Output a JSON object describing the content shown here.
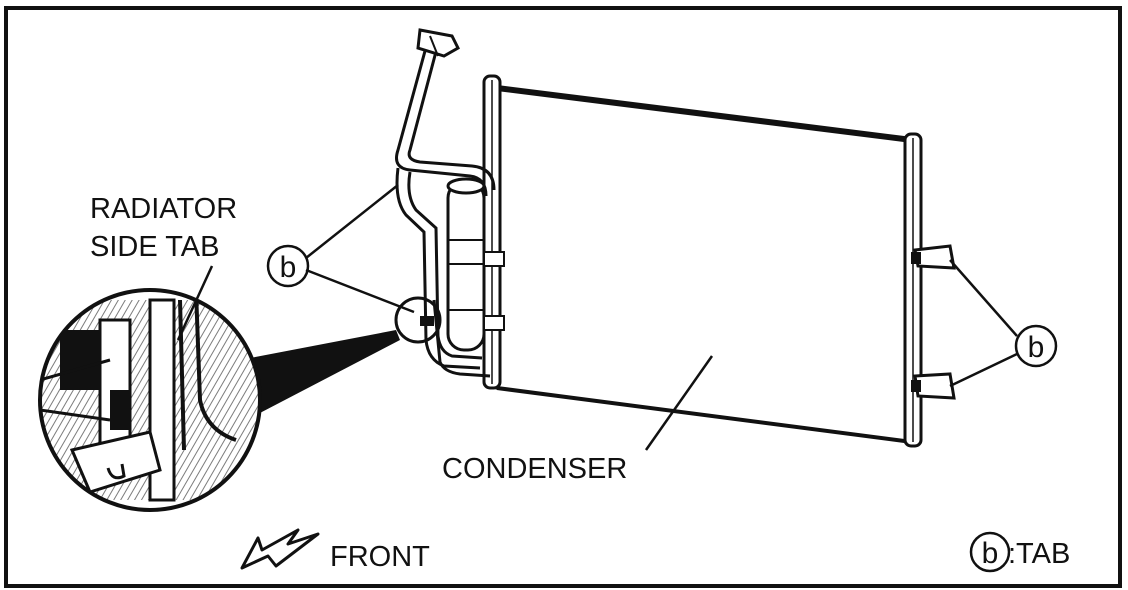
{
  "labels": {
    "radiator_side_tab_line1": "RADIATOR",
    "radiator_side_tab_line2": "SIDE TAB",
    "condenser": "CONDENSER",
    "front": "FRONT",
    "tab_symbol": "b",
    "tab_legend_text": ":TAB",
    "callout_left": "b",
    "callout_right": "b"
  },
  "colors": {
    "ink": "#111111",
    "background": "#ffffff"
  },
  "icons": {
    "front_arrow": "front-arrow-icon"
  }
}
